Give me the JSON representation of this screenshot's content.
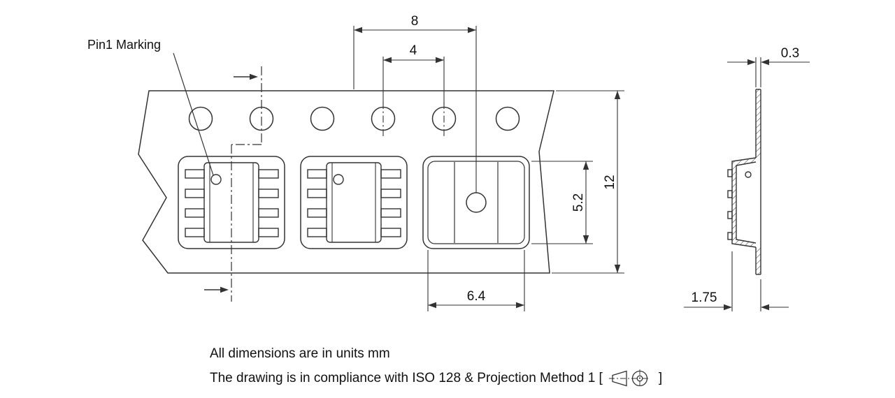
{
  "labels": {
    "pin1_marking": "Pin1 Marking"
  },
  "dimensions": {
    "pocket_pitch": "8",
    "sprocket_hole_pitch": "4",
    "tape_width": "12",
    "pocket_length": "5.2",
    "pocket_width": "6.4",
    "tape_thickness": "0.3",
    "emboss_depth": "1.75"
  },
  "notes": {
    "units": "All dimensions are in units mm",
    "compliance_prefix": "The drawing is in compliance with ISO 128 & Projection Method 1 [",
    "compliance_suffix": "]"
  },
  "colors": {
    "line": "#333333",
    "text": "#111111",
    "background": "#ffffff"
  }
}
